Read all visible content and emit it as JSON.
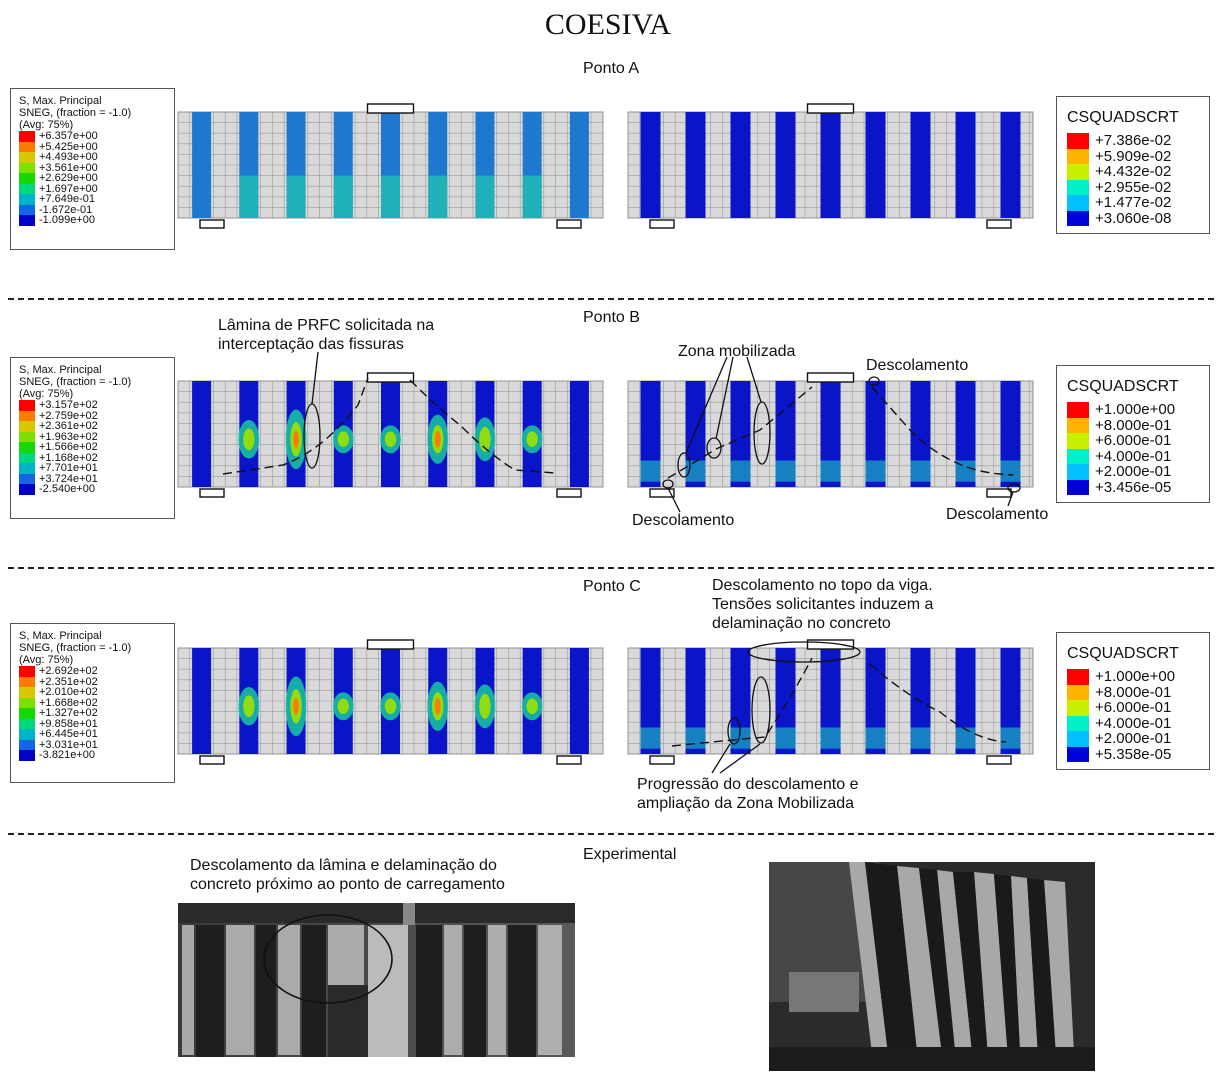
{
  "title": "COESIVA",
  "sections": [
    "Ponto A",
    "Ponto B",
    "Ponto C",
    "Experimental"
  ],
  "stress_legends": [
    {
      "title": "S, Max. Principal\nSNEG, (fraction = -1.0)\n(Avg: 75%)",
      "values": [
        "+6.357e+00",
        "+5.425e+00",
        "+4.493e+00",
        "+3.561e+00",
        "+2.629e+00",
        "+1.697e+00",
        "+7.649e-01",
        "-1.672e-01",
        "-1.099e+00"
      ]
    },
    {
      "title": "S, Max. Principal\nSNEG, (fraction = -1.0)\n(Avg: 75%)",
      "values": [
        "+3.157e+02",
        "+2.759e+02",
        "+2.361e+02",
        "+1.963e+02",
        "+1.566e+02",
        "+1.168e+02",
        "+7.701e+01",
        "+3.724e+01",
        "-2.540e+00"
      ]
    },
    {
      "title": "S, Max. Principal\nSNEG, (fraction = -1.0)\n(Avg: 75%)",
      "values": [
        "+2.692e+02",
        "+2.351e+02",
        "+2.010e+02",
        "+1.668e+02",
        "+1.327e+02",
        "+9.858e+01",
        "+6.445e+01",
        "+3.031e+01",
        "-3.821e+00"
      ]
    }
  ],
  "stress_colors": [
    "#ff0000",
    "#ff7a00",
    "#d8c800",
    "#7ee000",
    "#16d800",
    "#00d87c",
    "#00b4c8",
    "#1464e6",
    "#0000c8"
  ],
  "csquad_legends": [
    {
      "title": "CSQUADSCRT",
      "values": [
        "+7.386e-02",
        "+5.909e-02",
        "+4.432e-02",
        "+2.955e-02",
        "+1.477e-02",
        "+3.060e-08"
      ]
    },
    {
      "title": "CSQUADSCRT",
      "values": [
        "+1.000e+00",
        "+8.000e-01",
        "+6.000e-01",
        "+4.000e-01",
        "+2.000e-01",
        "+3.456e-05"
      ]
    },
    {
      "title": "CSQUADSCRT",
      "values": [
        "+1.000e+00",
        "+8.000e-01",
        "+6.000e-01",
        "+4.000e-01",
        "+2.000e-01",
        "+5.358e-05"
      ]
    }
  ],
  "csquad_colors": [
    "#ff0000",
    "#ffb400",
    "#c8f000",
    "#00f0c8",
    "#00c0ff",
    "#0000d8"
  ],
  "annotations": {
    "b_left": "Lâmina de PRFC solicitada na\ninterceptação das fissuras",
    "b_zona": "Zona mobilizada",
    "b_desc_top": "Descolamento",
    "b_desc_bl": "Descolamento",
    "b_desc_br": "Descolamento",
    "c_top": "Descolamento no topo da viga.\nTensões solicitantes induzem a\ndelaminação no concreto",
    "c_bottom": "Progressão do descolamento e\nampliação da Zona Mobilizada",
    "exp_left": "Descolamento da lâmina e delaminação do\nconcreto próximo ao ponto de carregamento"
  }
}
